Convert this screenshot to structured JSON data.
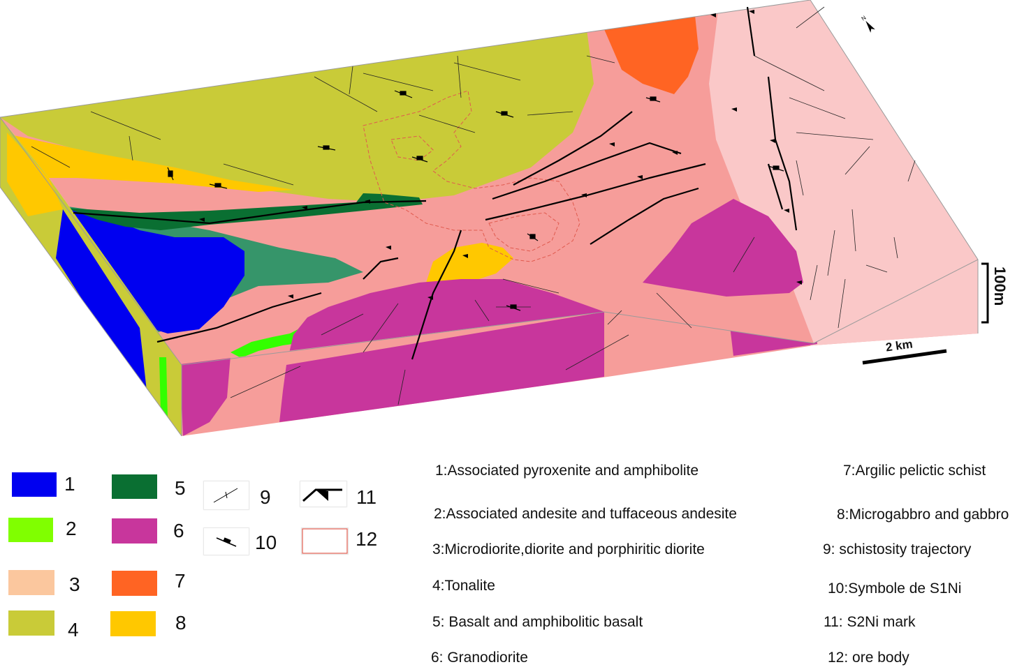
{
  "colors": {
    "pyroxenite": "#0000f0",
    "andesite": "#33ff00",
    "diorite": "#fbc79e",
    "tonalite": "#c9cb38",
    "basalt": "#0a6f32",
    "granodiorite": "#c8369c",
    "schist": "#ff6423",
    "microgabbro": "#ffc800",
    "host": "#f69d9a",
    "east": "#fac8c8",
    "amphibolite_halo": "#36956a",
    "ore_outline": "#e05a4e"
  },
  "map": {
    "north_arrow_label": "N",
    "scale_bar_label": "2 km",
    "vertical_scale_label": "100m"
  },
  "legend": {
    "swatches": [
      {
        "number": "1",
        "color": "#0000f0"
      },
      {
        "number": "2",
        "color": "#80ff00"
      },
      {
        "number": "3",
        "color": "#fbc79e"
      },
      {
        "number": "4",
        "color": "#c9cb38"
      },
      {
        "number": "5",
        "color": "#0a6f32"
      },
      {
        "number": "6",
        "color": "#c8369c"
      },
      {
        "number": "7",
        "color": "#ff6423"
      },
      {
        "number": "8",
        "color": "#ffc800"
      }
    ],
    "symbols": [
      {
        "number": "9",
        "icon": "schistosity-trajectory-icon"
      },
      {
        "number": "10",
        "icon": "s1ni-symbol-icon"
      },
      {
        "number": "11",
        "icon": "s2ni-mark-icon"
      },
      {
        "number": "12",
        "icon": "ore-body-icon"
      }
    ],
    "descriptions_left": [
      "1:Associated pyroxenite and amphibolite",
      "2:Associated andesite and tuffaceous andesite",
      "3:Microdiorite,diorite and porphiritic diorite",
      "4:Tonalite",
      "5: Basalt  and amphibolitic basalt",
      "6: Granodiorite"
    ],
    "descriptions_right": [
      "7:Argilic pelictic schist",
      "8:Microgabbro and  gabbro",
      "9: schistosity trajectory",
      "10:Symbole de S1Ni",
      "11:  S2Ni mark",
      "12: ore body"
    ]
  }
}
